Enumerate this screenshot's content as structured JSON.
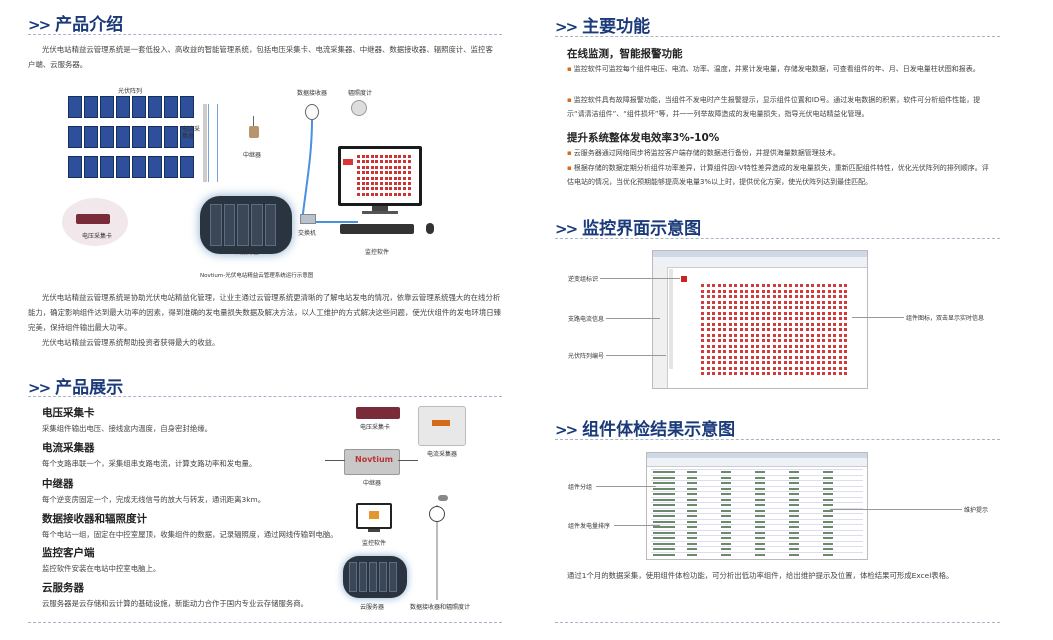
{
  "left": {
    "intro": {
      "title": "产品介绍",
      "para1": "光伏电站精益云管理系统是一套低投入、高收益的智能管理系统，包括电压采集卡、电流采集器、中继器、数据接收器、辐照度计、监控客户端、云服务器。",
      "diagram": {
        "pv_array": "光伏阵列",
        "current_collector": "电流采集器",
        "relay": "中继器",
        "data_receiver": "数据接收器",
        "irradiance_meter": "辐照度计",
        "voltage_card": "电压采集卡",
        "cloud_server": "云服务器",
        "switch": "交换机",
        "monitor_software": "监控软件",
        "caption": "Novtium-光伏电站精益云管理系统运行示意图"
      },
      "para2": "光伏电站精益云管理系统是协助光伏电站精益化管理，让业主通过云管理系统更清晰的了解电站发电的情况，依靠云管理系统强大的在线分析能力，确定影响组件达到最大功率的因素，得到准确的发电量损失数据及解决方法，以人工维护的方式解决这些问题，使光伏组件的发电环境日臻完美，保持组件输出最大功率。",
      "para3": "光伏电站精益云管理系统帮助投资者获得最大的收益。"
    },
    "products": {
      "title": "产品展示",
      "items": [
        {
          "name": "电压采集卡",
          "desc": "采集组件输出电压、接线盒内温度，自身密封绝缘。"
        },
        {
          "name": "电流采集器",
          "desc": "每个支路串联一个，采集组串支路电流，计算支路功率和发电量。"
        },
        {
          "name": "中继器",
          "desc": "每个逆变房固定一个，完成无线信号的放大与转发，通讯距离3km。"
        },
        {
          "name": "数据接收器和辐照度计",
          "desc": "每个电站一组，固定在中控室屋顶，收集组件的数据，记录辐照度，通过网线传输到电脑。"
        },
        {
          "name": "监控客户端",
          "desc": "监控软件安装在电站中控室电脑上。"
        },
        {
          "name": "云服务器",
          "desc": "云服务器是云存储和云计算的基础设施，新能动力合作于国内专业云存储服务商。"
        }
      ],
      "image_labels": {
        "voltage_card": "电压采集卡",
        "current_collector": "电流采集器",
        "relay": "中继器",
        "relay_brand": "Novtium",
        "monitor": "监控软件",
        "cloud": "云服务器",
        "receiver": "数据接收器和辐照度计"
      }
    }
  },
  "right": {
    "functions": {
      "title": "主要功能",
      "sub1": "在线监测，智能报警功能",
      "b1": "监控软件可监控每个组件电压、电流、功率、温度，并累计发电量，存储发电数据，可查看组件的年、月、日发电量柱状图和报表。",
      "b2": "监控软件具有故障报警功能，当组件不发电时产生报警提示，显示组件位置和ID号。通过发电数据的积累，软件可分析组件性能，提示“请清洁组件”、“组件损坏”等，并一一列举故障造成的发电量损失，指导光伏电站精益化管理。",
      "sub2": "提升系统整体发电效率3%-10%",
      "b3": "云服务器通过网络同步将监控客户端存储的数据进行备份，并提供海量数据管理技术。",
      "b4": "根据存储的数据定期分析组件功率差异，计算组件因I-V特性差异造成的发电量损失，重新匹配组件特性，优化光伏阵列的排列顺序。评估电站的情况，当优化预期能够提高发电量3%以上时，提供优化方案，使光伏阵列达到最佳匹配。"
    },
    "monitor_ui": {
      "title": "监控界面示意图",
      "label_inverter": "逆变组标识",
      "label_branch": "支路电流信息",
      "label_array": "光伏阵列编号",
      "label_icon": "组件图标，双击显示实时信息"
    },
    "check": {
      "title": "组件体检结果示意图",
      "label_group": "组件分组",
      "label_sort": "组件发电量排序",
      "label_maint": "维护提示",
      "summary": "通过1个月的数据采集，使用组件体检功能，可分析出低功率组件，给出维护提示及位置，体检结果可形成Excel表格。"
    }
  }
}
